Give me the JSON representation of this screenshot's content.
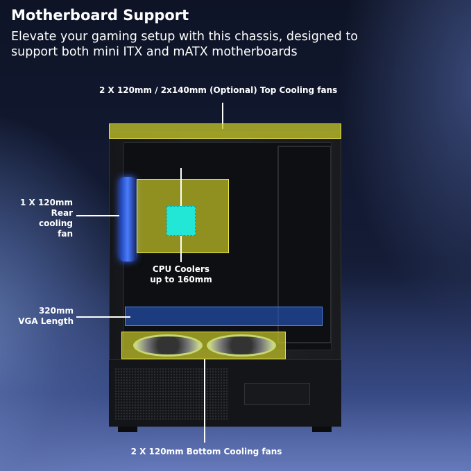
{
  "title": "Motherboard Support",
  "description": "Elevate your gaming setup with this chassis, designed to support both mini ITX and mATX motherboards",
  "labels": {
    "top_fans": "2 X 120mm / 2x140mm  (Optional) Top Cooling fans",
    "rear_fan": [
      "1 X 120mm",
      "Rear",
      "cooling",
      "fan"
    ],
    "cpu_cooler": [
      "CPU Coolers",
      "up to 160mm"
    ],
    "vga": [
      "320mm",
      "VGA Length"
    ],
    "bottom_fans": "2 X 120mm  Bottom Cooling fans"
  },
  "colors": {
    "highlight_yellow": "#c8c828",
    "cpu_cyan": "#22e6d6",
    "gpu_blue": "#2a5ac8"
  }
}
